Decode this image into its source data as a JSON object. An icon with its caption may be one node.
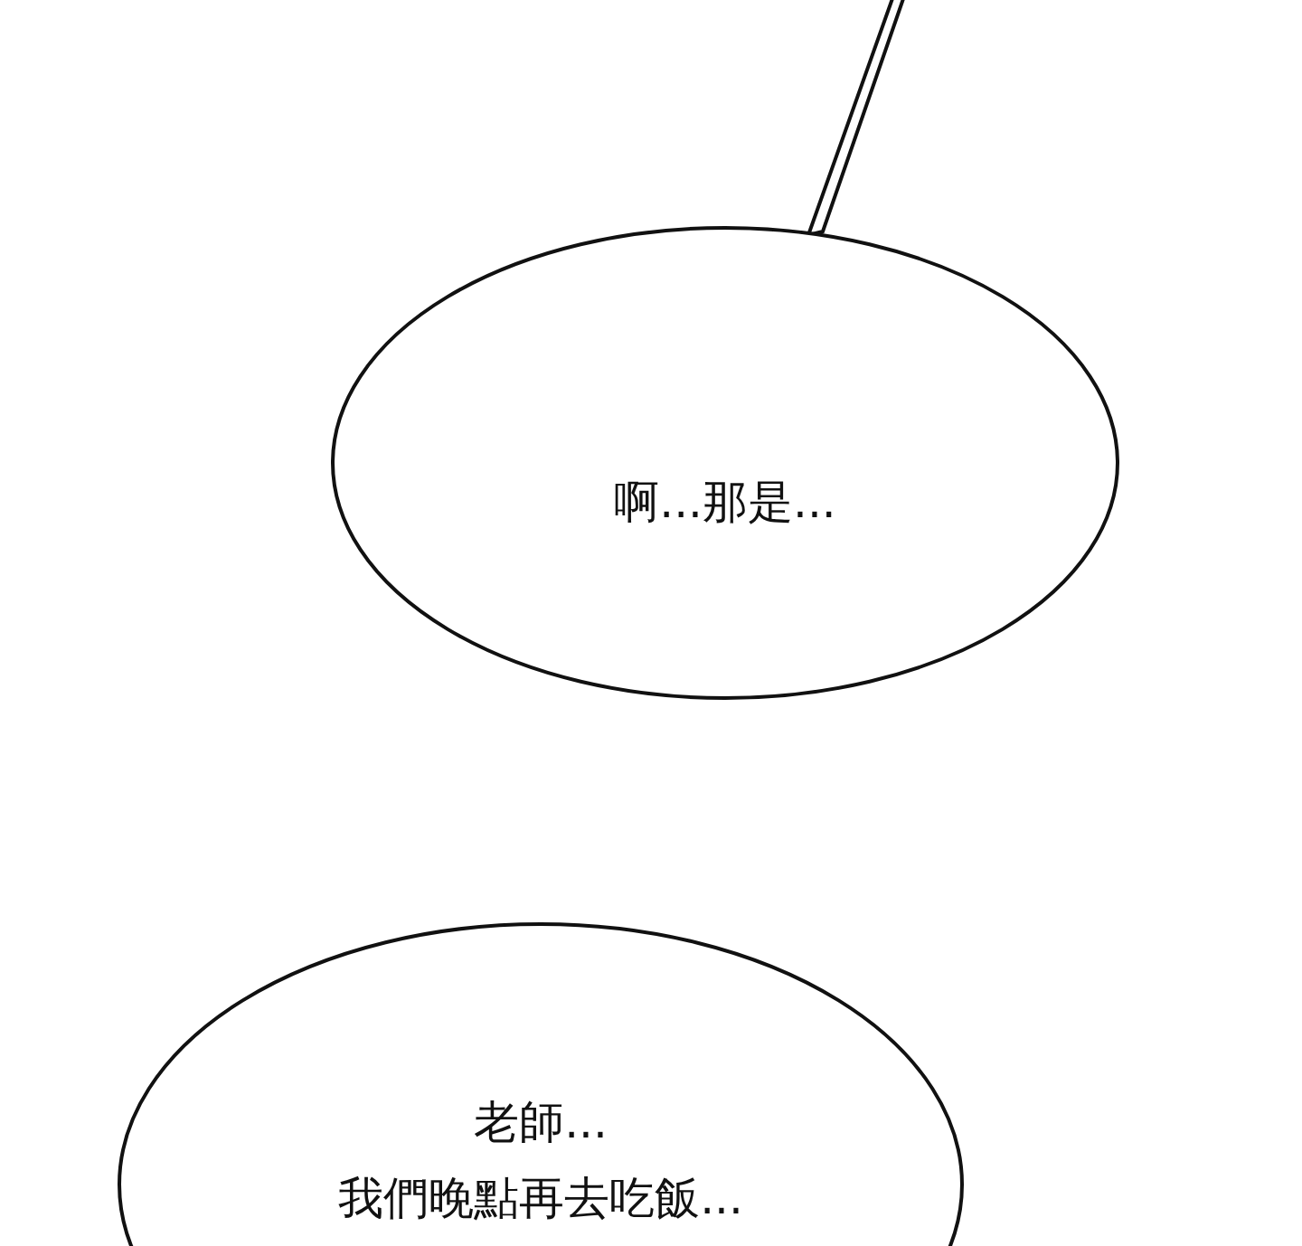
{
  "diagram": {
    "nodes": [
      {
        "text": [
          "啊...那是..."
        ]
      },
      {
        "text": [
          "老師...",
          "我們晚點再去吃飯..."
        ]
      }
    ]
  }
}
